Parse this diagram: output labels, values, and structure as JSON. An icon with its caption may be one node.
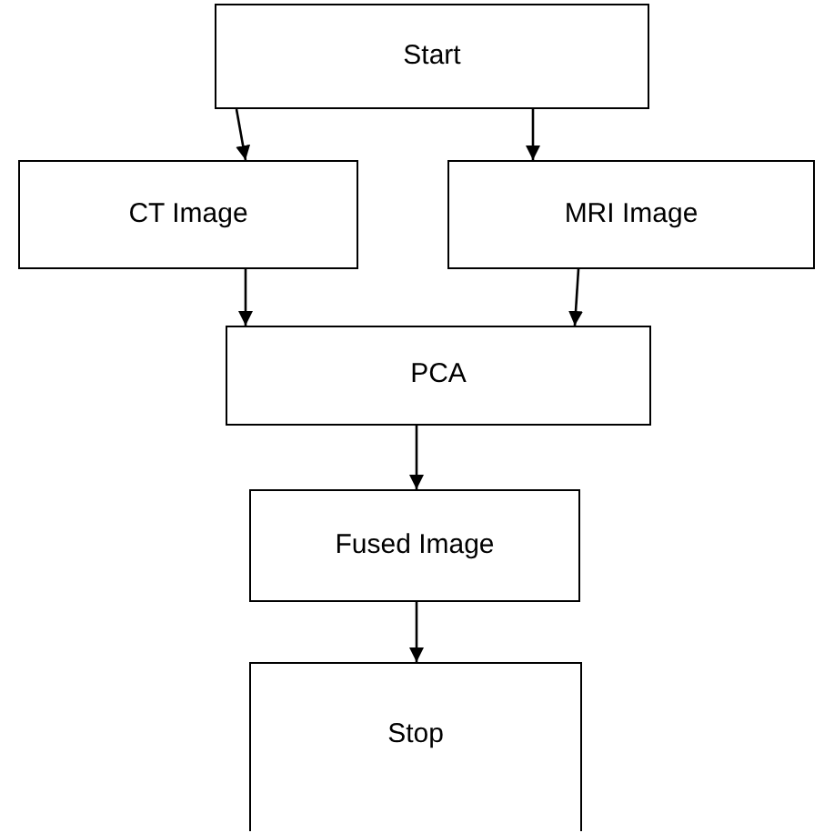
{
  "diagram": {
    "nodes": [
      {
        "text": [
          "Start"
        ]
      },
      {
        "text": [
          "CT Image"
        ]
      },
      {
        "text": [
          "MRI Image"
        ]
      },
      {
        "text": [
          "PCA"
        ]
      },
      {
        "text": [
          "Fused Image"
        ]
      },
      {
        "text": [
          "Stop"
        ]
      }
    ],
    "edges": [
      {
        "from": 0,
        "to": 1,
        "arrow": "to"
      },
      {
        "from": 0,
        "to": 2,
        "arrow": "to"
      },
      {
        "from": 1,
        "to": 3,
        "arrow": "to"
      },
      {
        "from": 2,
        "to": 3,
        "arrow": "to"
      },
      {
        "from": 3,
        "to": 4,
        "arrow": "to"
      },
      {
        "from": 4,
        "to": 5,
        "arrow": "to"
      }
    ]
  }
}
